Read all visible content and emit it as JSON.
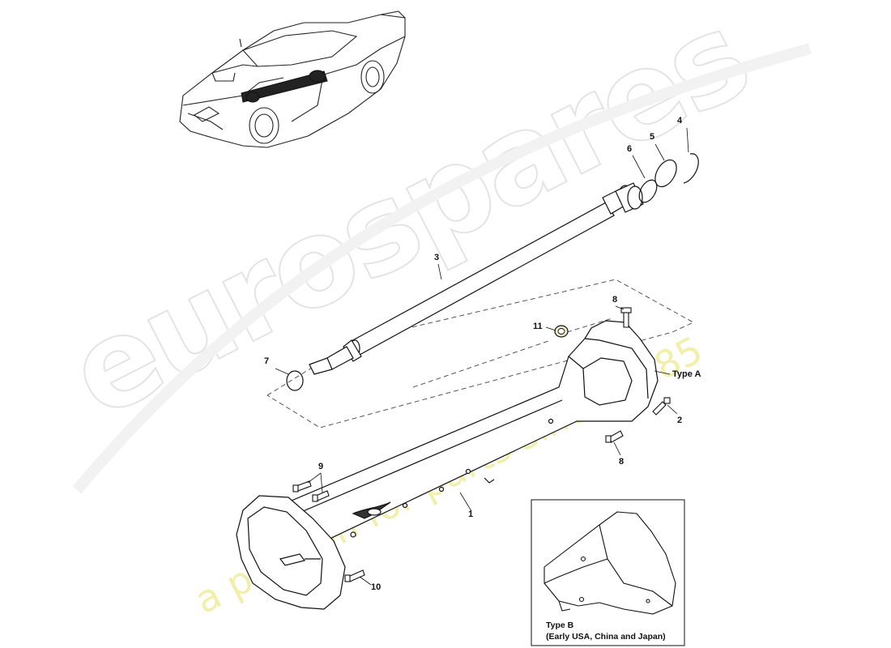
{
  "watermark": {
    "brand": "eurospares",
    "tagline": "a passion for parts since 1985",
    "color_outline": "#e4e4e4",
    "color_tagline": "#f1efaa"
  },
  "callouts": {
    "p1": "1",
    "p2": "2",
    "p3": "3",
    "p4": "4",
    "p5": "5",
    "p6": "6",
    "p7": "7",
    "p8a": "8",
    "p8b": "8",
    "p9": "9",
    "p10": "10",
    "p11": "11"
  },
  "variant_a": {
    "label": "Type A"
  },
  "variant_b": {
    "label": "Type B",
    "note": "(Early USA, China and Japan)"
  },
  "colors": {
    "line": "#111111",
    "ring_highlight": "#f3eccb"
  },
  "icons": [
    "car-overview-icon",
    "propeller-shaft-icon",
    "torque-tube-housing-icon",
    "o-ring-icon",
    "circlip-icon",
    "bolt-icon",
    "bushing-icon"
  ]
}
